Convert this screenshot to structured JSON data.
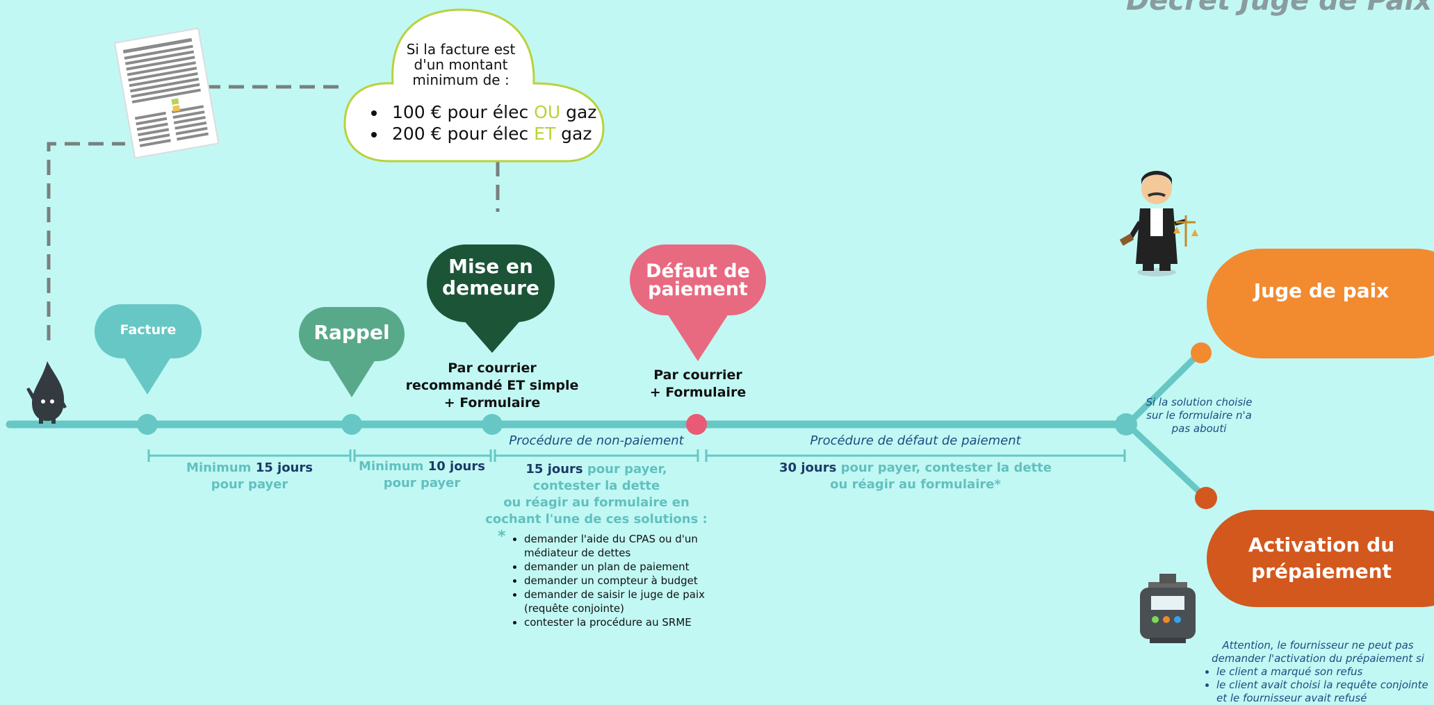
{
  "header": {
    "title": "Décret Juge de Paix"
  },
  "cloud": {
    "intro": "Si la facture est d'un montant minimum de :",
    "items": [
      {
        "pre": "100 € pour élec ",
        "hl": "OU",
        "post": " gaz"
      },
      {
        "pre": "200 € pour élec ",
        "hl": "ET",
        "post": " gaz"
      }
    ]
  },
  "steps": {
    "facture": {
      "label": "Facture",
      "color": "#67c7c5"
    },
    "rappel": {
      "label": "Rappel",
      "color": "#58a98a"
    },
    "mise_en_demeure": {
      "label": "Mise en demeure",
      "color": "#1c5438",
      "method": "Par courrier recommandé ET simple + Formulaire"
    },
    "defaut": {
      "label": "Défaut de paiement",
      "color": "#e86a80",
      "method": "Par courrier + Formulaire"
    }
  },
  "periods": {
    "p1": {
      "pre": "Minimum ",
      "days": "15 jours",
      "post": "pour payer"
    },
    "p2": {
      "pre": "Minimum ",
      "days": "10 jours",
      "post": "pour payer"
    },
    "p3": {
      "proc": "Procédure de non-paiement",
      "days": "15 jours",
      "rest1": " pour  payer,",
      "rest2": "contester la dette",
      "rest3": "ou réagir au formulaire en",
      "rest4": "cochant l'une de ces solutions :"
    },
    "p4": {
      "proc": "Procédure de défaut de paiement",
      "days": "30 jours",
      "rest1": " pour  payer, contester la dette",
      "rest2": "ou réagir au formulaire*"
    }
  },
  "solutions": {
    "star": "*",
    "items": [
      "demander l'aide du CPAS ou d'un médiateur de dettes",
      "demander  un plan de paiement",
      "demander un compteur à budget",
      "demander de saisir le juge de paix (requête conjointe)",
      "contester la procédure au SRME"
    ]
  },
  "branch_note": "Si la solution choisie sur le formulaire n'a pas abouti",
  "outcomes": {
    "juge": {
      "label": "Juge de paix",
      "color": "#f28a30"
    },
    "prepaiement": {
      "label": "Activation du prépaiement",
      "color": "#d2581e"
    }
  },
  "warning": {
    "intro": "Attention, le fournisseur ne peut pas demander l'activation du prépaiement si",
    "items": [
      "le client a marqué son refus",
      "le client avait choisi la requête conjointe et le fournisseur avait refusé"
    ]
  },
  "colors": {
    "background": "#c1f8f4",
    "timeline": "#67c7c5",
    "dashed": "#7a7f80"
  }
}
